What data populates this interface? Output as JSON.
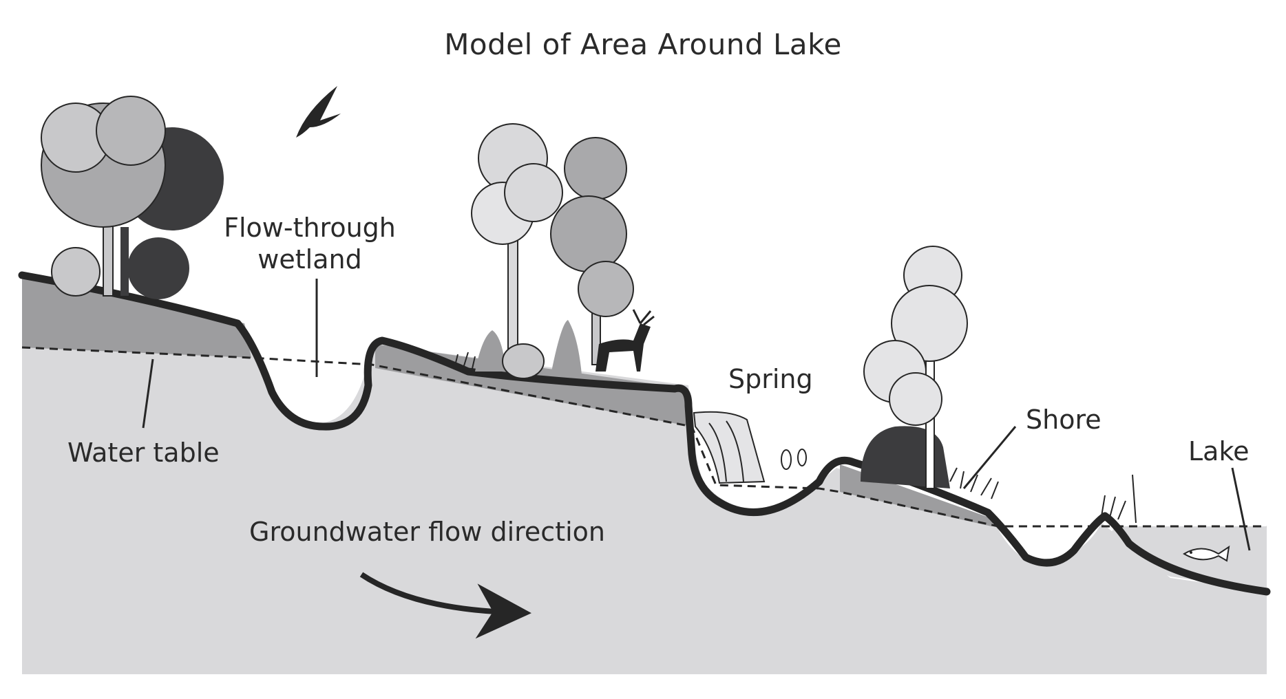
{
  "diagram": {
    "title": "Model of Area Around Lake",
    "labels": {
      "wetland_line1": "Flow-through",
      "wetland_line2": "wetland",
      "water_table": "Water table",
      "spring": "Spring",
      "shore": "Shore",
      "lake": "Lake",
      "groundwater_flow": "Groundwater flow direction"
    },
    "icons": [
      "bird-icon",
      "deer-icon",
      "fish-icon",
      "tree-icon",
      "waterfall-icon"
    ],
    "colors": {
      "ground": "#d9d9db",
      "soil_above_water_table": "#9d9d9f",
      "outline": "#262626",
      "dark_foliage": "#3c3c3e",
      "light_foliage": "#c8c8ca"
    }
  }
}
